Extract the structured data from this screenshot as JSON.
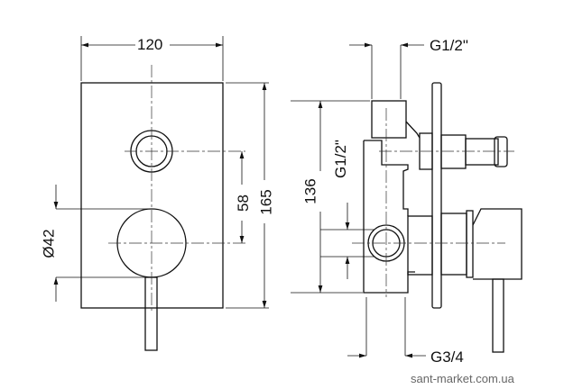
{
  "front_view": {
    "width_label": "120",
    "height_label": "165",
    "spacing_label": "58",
    "diameter_label": "Ø42"
  },
  "side_view": {
    "top_thread_label": "G1/2\"",
    "side_thread_label": "G1/2\"",
    "depth_label": "136",
    "bottom_thread_label": "G3/4"
  },
  "watermark": "sant-market.com.ua"
}
